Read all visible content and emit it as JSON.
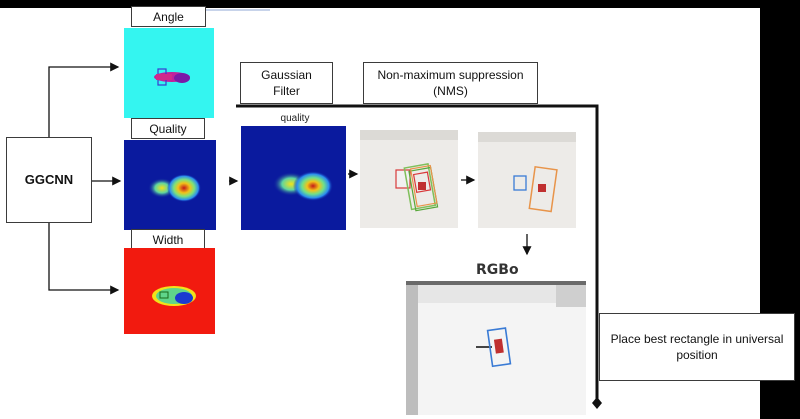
{
  "labels": {
    "ggcnn": "GGCNN",
    "angle": "Angle",
    "quality": "Quality",
    "width": "Width",
    "gaussian_filter_line1": "Gaussian",
    "gaussian_filter_line2": "Filter",
    "nms_line1": "Non-maximum suppression",
    "nms_line2": "(NMS)",
    "quality_caption": "quality",
    "rgbo": "RGBo",
    "place_best": "Place best rectangle in universal position"
  },
  "colors": {
    "angle_bg": "#34f5f0",
    "heat_bg": "#0a1a9e",
    "width_bg": "#f21a0f",
    "rect_red": "#d9393a",
    "rect_green": "#7fbf5a",
    "rect_orange": "#e8944a",
    "rect_blue": "#3a7bd5"
  }
}
